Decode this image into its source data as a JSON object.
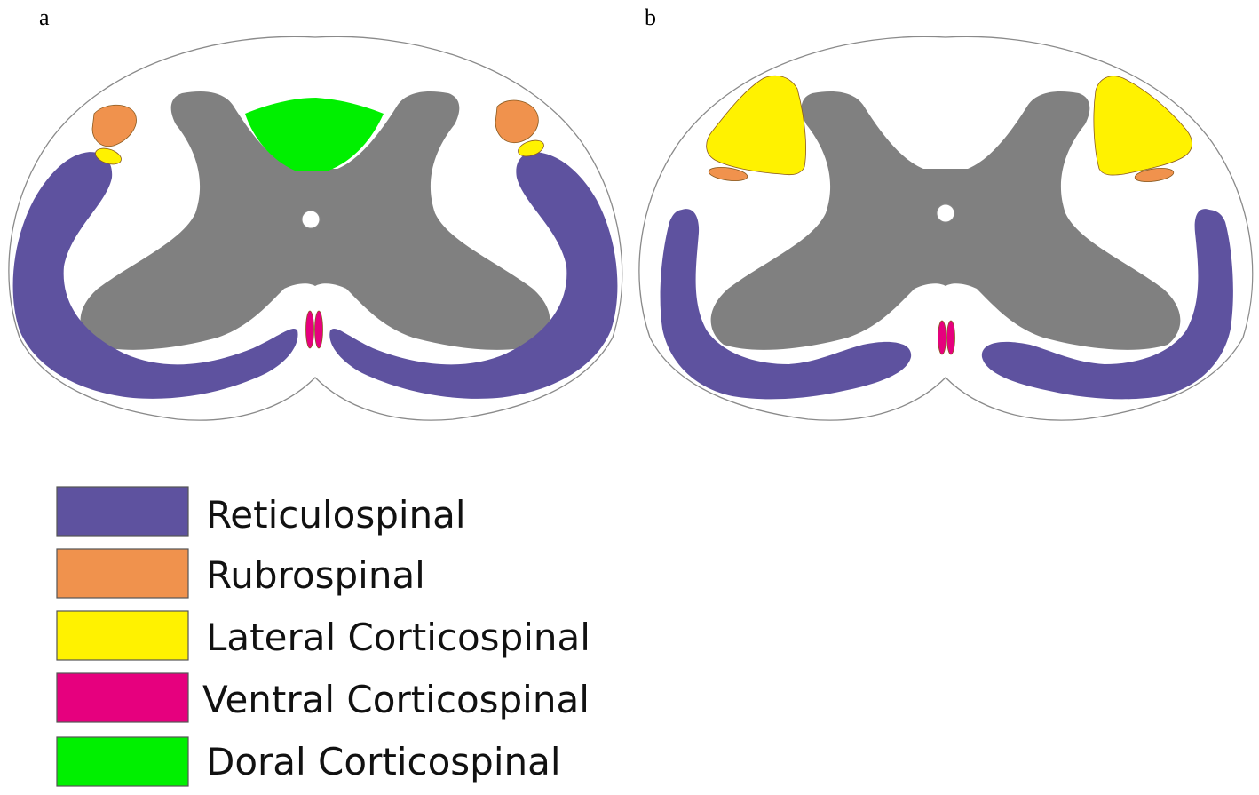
{
  "panels": [
    {
      "label": "a"
    },
    {
      "label": "b"
    }
  ],
  "legend": [
    {
      "label": "Reticulospinal",
      "color": "#5E529F"
    },
    {
      "label": "Rubrospinal",
      "color": "#F0924D"
    },
    {
      "label": "Lateral Corticospinal",
      "color": "#FFF200"
    },
    {
      "label": "Ventral Corticospinal",
      "color": "#E6007E"
    },
    {
      "label": "Doral Corticospinal",
      "color": "#00F000"
    }
  ],
  "colors": {
    "grey_matter": "#808080",
    "outline": "#8a8a8a"
  }
}
